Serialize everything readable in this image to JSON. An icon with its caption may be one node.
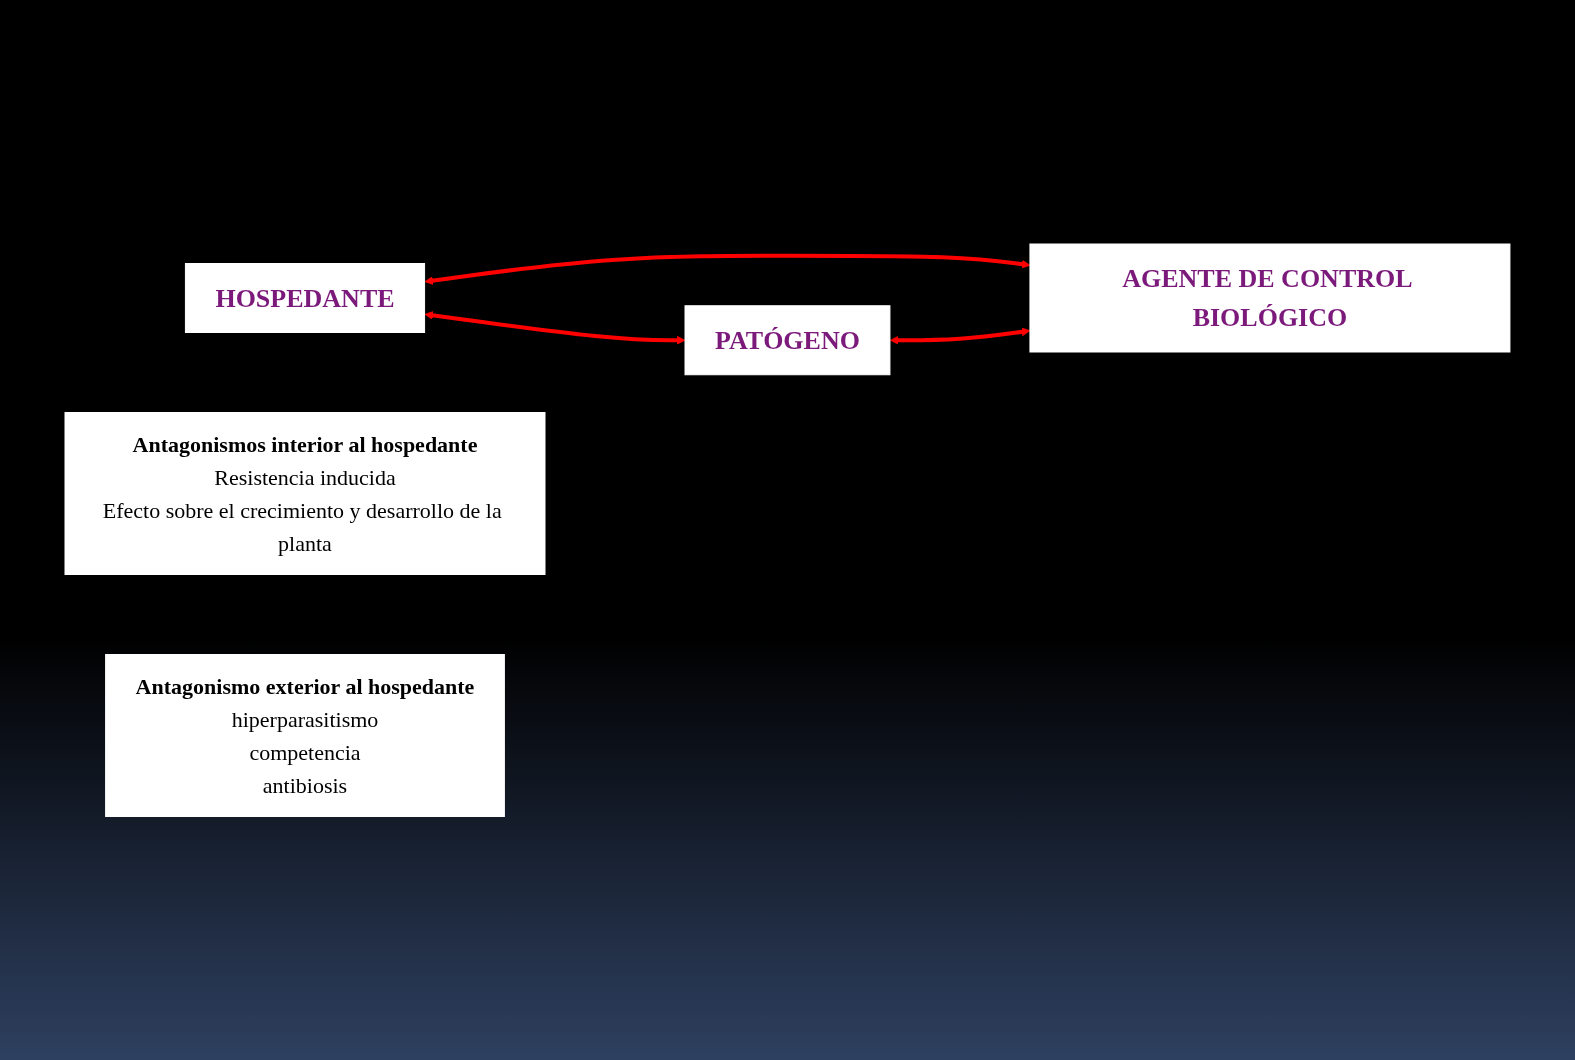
{
  "diagram": {
    "nodes": [
      {
        "text": [
          "HOSPEDANTE"
        ]
      },
      {
        "text": [
          "AGENTE DE CONTROL BIOLÓGICO"
        ]
      },
      {
        "text": [
          "PATÓGENO"
        ]
      },
      {
        "text": [
          "Antagonismos interior al hospedante",
          "Resistencia inducida",
          "Efecto sobre el crecimiento y desarrollo de la planta"
        ]
      },
      {
        "text": [
          "Antagonismo exterior al hospedante",
          "hiperparasitismo",
          "competencia",
          "antibiosis"
        ]
      }
    ],
    "edges": [
      {
        "from": 0,
        "to": 1,
        "arrow": "both"
      },
      {
        "from": 0,
        "to": 2,
        "arrow": "both"
      },
      {
        "from": 2,
        "to": 1,
        "arrow": "both"
      }
    ]
  }
}
